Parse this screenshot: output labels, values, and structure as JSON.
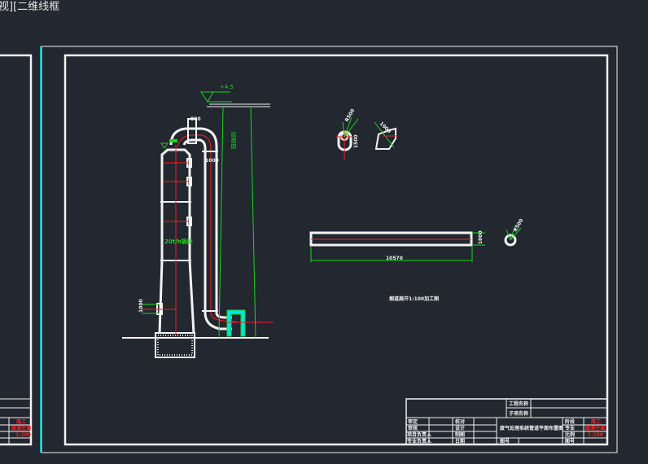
{
  "viewport": {
    "label": "视][二维线框"
  },
  "drawing": {
    "elevation": "+4.5",
    "chimney_label": "原烟囱",
    "boiler_label": "20t/h锅炉",
    "dim_top": "800",
    "dim_elbow": "1000",
    "dim_inlet": "1000",
    "duct_length": "10570",
    "duct_height": "1000",
    "flange_dims": [
      "R500",
      "1000",
      "1500"
    ],
    "caption": "烟道展开1:100加工图"
  },
  "title_block": {
    "project_name": "工程名称",
    "subitem_name": "子项名称",
    "rows": [
      {
        "a": "审定",
        "b": "校对",
        "c": "阶段",
        "v": "施工"
      },
      {
        "a": "审核",
        "b": "设计",
        "c": "专业",
        "v": "暖通空调"
      },
      {
        "a": "项目负责人",
        "b": "制图",
        "c": "比例",
        "v": "1:100"
      },
      {
        "a": "专业负责人",
        "b": "日期",
        "c": "图号",
        "v": ""
      }
    ],
    "drawing_title": "废气处理系统管道平面布置图",
    "sheet_label": "图号"
  },
  "left_sheet": {
    "values": [
      "施工",
      "暖通空调",
      "1:100"
    ]
  },
  "colors": {
    "background": "#222730",
    "line": "#f2f2f2",
    "dimension": "#1ed21e",
    "centerline": "#ff1a1a",
    "viewport_border": "#00e5e5"
  }
}
